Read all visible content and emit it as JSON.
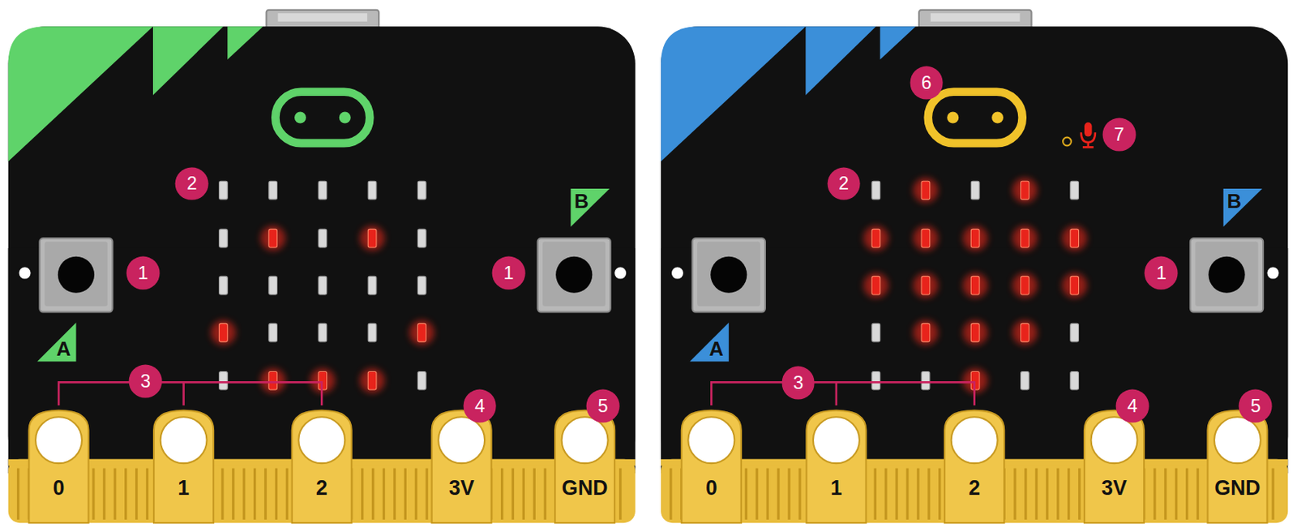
{
  "diagram": {
    "labels": [
      "2",
      "B",
      "1",
      "1",
      "A",
      "3",
      "4",
      "5",
      "0",
      "1",
      "2",
      "3V",
      "GND",
      "6",
      "7",
      "2",
      "B",
      "1",
      "A",
      "3",
      "4",
      "5",
      "0",
      "1",
      "2",
      "3V",
      "GND"
    ]
  }
}
